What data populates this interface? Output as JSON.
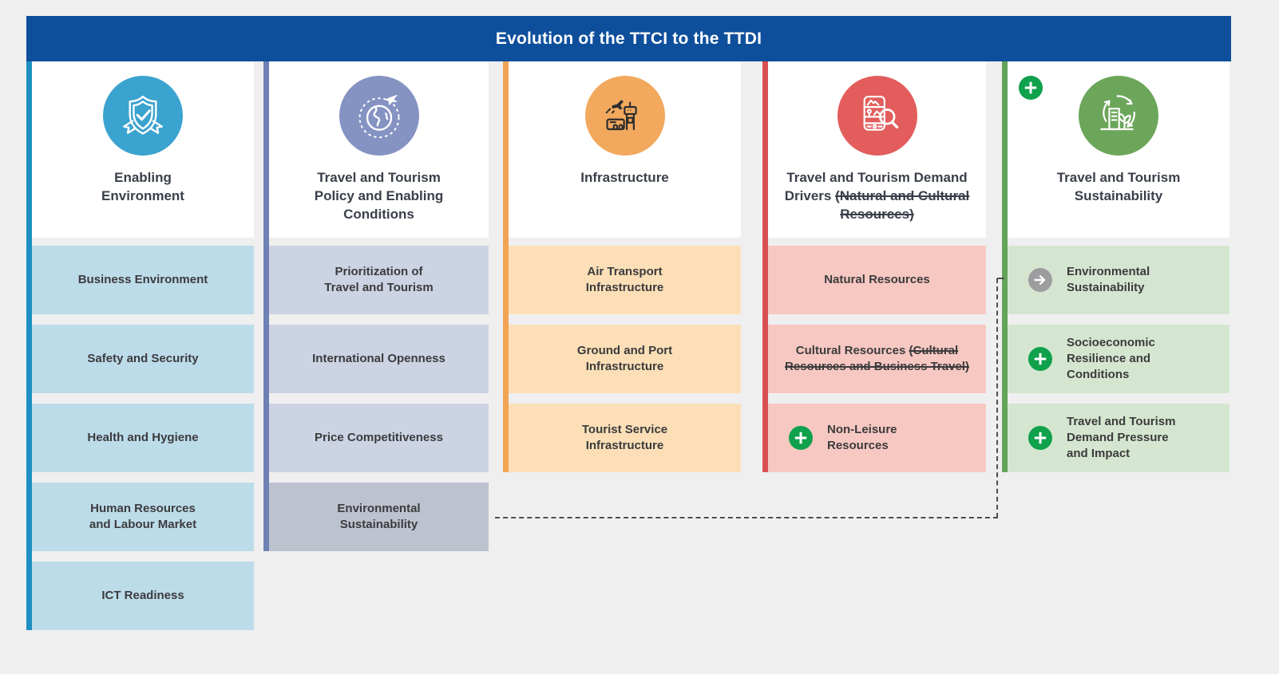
{
  "title_bar": {
    "text": "Evolution of the TTCI to the TTDI",
    "bg_color": "#0e4f9c"
  },
  "page_bg": "#efeff0",
  "badges": {
    "plus_color": "#0fa14c",
    "arrow_color": "#9d9da0"
  },
  "connector": {
    "style": "dashed",
    "color": "#4d4d4d"
  },
  "columns": [
    {
      "title": "Enabling\nEnvironment",
      "icon": "shield-check-icon",
      "stripe_color": "#1e8fc1",
      "circle_color": "#3ba3cf",
      "item_bg": "#bddcea",
      "items": [
        {
          "label": "Business Environment"
        },
        {
          "label": "Safety and Security"
        },
        {
          "label": "Health and Hygiene"
        },
        {
          "label": "Human Resources\nand Labour Market"
        },
        {
          "label": "ICT Readiness"
        }
      ]
    },
    {
      "title": "Travel and Tourism\nPolicy and Enabling\nConditions",
      "icon": "globe-airplane-icon",
      "stripe_color": "#6f80b5",
      "circle_color": "#8593c3",
      "item_bg": "#ccd3e3",
      "moved_item_bg": "#bdc2cf",
      "items": [
        {
          "label": "Prioritization of\nTravel and Tourism"
        },
        {
          "label": "International Openness"
        },
        {
          "label": "Price Competitiveness"
        },
        {
          "label": "Environmental\nSustainability",
          "moved": true
        }
      ]
    },
    {
      "title": "Infrastructure",
      "icon": "airport-icon",
      "stripe_color": "#f2a455",
      "circle_color": "#f2a95e",
      "item_bg": "#fcdfb7",
      "items": [
        {
          "label": "Air Transport\nInfrastructure"
        },
        {
          "label": "Ground and Port\nInfrastructure"
        },
        {
          "label": "Tourist Service\nInfrastructure"
        }
      ]
    },
    {
      "title": "Travel and Tourism Demand Drivers",
      "title_struck": "(Natural and Cultural Resources)",
      "icon": "map-search-icon",
      "stripe_color": "#d95052",
      "circle_color": "#e25d5c",
      "item_bg": "#f7c8c2",
      "items": [
        {
          "label": "Natural Resources"
        },
        {
          "label": "Cultural Resources",
          "struck": "(Cultural Resources and Business Travel)"
        },
        {
          "label": "Non-Leisure\nResources",
          "badge": "plus"
        }
      ]
    },
    {
      "title": "Travel and Tourism\nSustainability",
      "icon": "building-leaf-icon",
      "header_badge": "plus",
      "stripe_color": "#63a35a",
      "circle_color": "#6ca65a",
      "item_bg": "#d5e6d0",
      "items": [
        {
          "label": "Environmental\nSustainability",
          "badge": "arrow"
        },
        {
          "label": "Socioeconomic\nResilience and\nConditions",
          "badge": "plus"
        },
        {
          "label": "Travel and Tourism\nDemand Pressure\nand Impact",
          "badge": "plus"
        }
      ]
    }
  ]
}
